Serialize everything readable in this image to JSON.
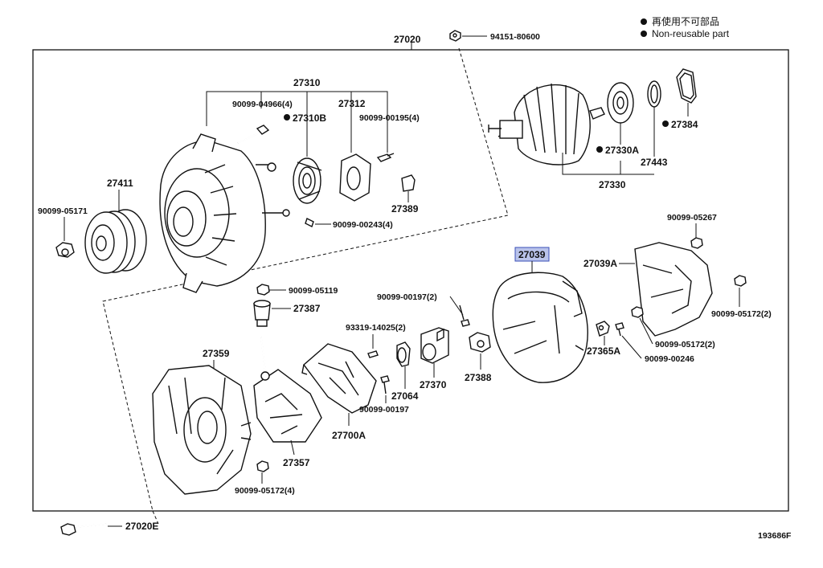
{
  "legend": {
    "item_jp": "再使用不可部品",
    "item_en": "Non-reusable part"
  },
  "diagram_id": "193686F",
  "parts": {
    "p27020": "27020",
    "p94151": "94151-80600",
    "p27310": "27310",
    "p90099_04966": "90099-04966(4)",
    "p27310B": "27310B",
    "p27312": "27312",
    "p90099_00195": "90099-00195(4)",
    "p27411": "27411",
    "p90099_05171": "90099-05171",
    "p27389": "27389",
    "p90099_00243": "90099-00243(4)",
    "p90099_05119": "90099-05119",
    "p27387": "27387",
    "p27384": "27384",
    "p27330A": "27330A",
    "p27443": "27443",
    "p27330": "27330",
    "p90099_05267": "90099-05267",
    "p27039": "27039",
    "p27039A": "27039A",
    "p90099_05172_2a": "90099-05172(2)",
    "p90099_00197_2": "90099-00197(2)",
    "p93319": "93319-14025(2)",
    "p27359": "27359",
    "p27064": "27064",
    "p27370": "27370",
    "p27388": "27388",
    "p27365A": "27365A",
    "p90099_05172_2b": "90099-05172(2)",
    "p90099_00246": "90099-00246",
    "p90099_00197": "90099-00197",
    "p27700A": "27700A",
    "p27357": "27357",
    "p90099_05172_4": "90099-05172(4)",
    "p27020E": "27020E"
  },
  "highlight_color": "#b9c3ea"
}
